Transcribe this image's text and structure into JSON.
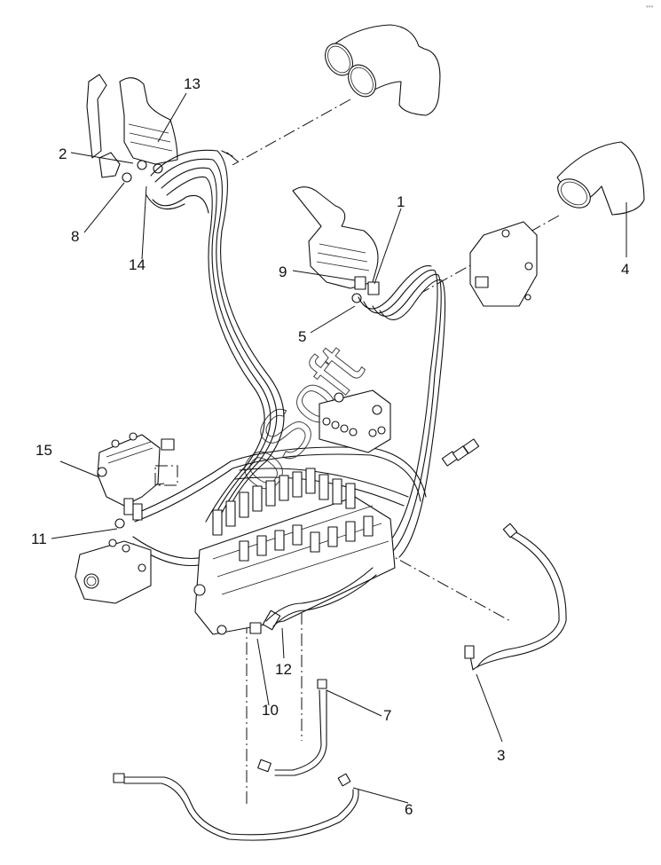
{
  "diagram": {
    "type": "exploded-parts-illustration",
    "subject": "pilot control hydraulic hose routing",
    "watermark_text": "oSoft",
    "corner_mark": "•••",
    "callouts": [
      {
        "id": "1",
        "label": "1",
        "target": "right joystick valve fitting"
      },
      {
        "id": "2",
        "label": "2",
        "target": "left joystick fitting"
      },
      {
        "id": "3",
        "label": "3",
        "target": "hose assembly"
      },
      {
        "id": "4",
        "label": "4",
        "target": "elbow boot"
      },
      {
        "id": "5",
        "label": "5",
        "target": "right joystick fitting"
      },
      {
        "id": "6",
        "label": "6",
        "target": "long hose assembly"
      },
      {
        "id": "7",
        "label": "7",
        "target": "hose assembly"
      },
      {
        "id": "8",
        "label": "8",
        "target": "left joystick fitting"
      },
      {
        "id": "9",
        "label": "9",
        "target": "right joystick body"
      },
      {
        "id": "10",
        "label": "10",
        "target": "control valve fitting"
      },
      {
        "id": "11",
        "label": "11",
        "target": "pilot valve fitting"
      },
      {
        "id": "12",
        "label": "12",
        "target": "control valve hose"
      },
      {
        "id": "13",
        "label": "13",
        "target": "left joystick boot"
      },
      {
        "id": "14",
        "label": "14",
        "target": "left joystick hose fitting"
      },
      {
        "id": "15",
        "label": "15",
        "target": "travel pilot valve"
      }
    ]
  }
}
